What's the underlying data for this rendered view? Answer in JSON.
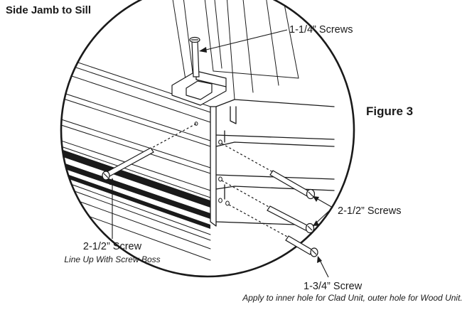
{
  "diagram": {
    "title": "Side Jamb to Sill",
    "figure_label": "Figure 3",
    "callouts": {
      "top_screws": "1-1/4” Screws",
      "right_screws": "2-1/2” Screws",
      "left_screw": "2-1/2” Screw",
      "left_screw_note": "Line Up With Screw Boss",
      "bottom_screw": "1-3/4” Screw",
      "bottom_screw_note": "Apply to inner hole for Clad Unit, outer hole for Wood Unit."
    }
  },
  "colors": {
    "ink": "#1a1a1a",
    "background": "#ffffff"
  }
}
